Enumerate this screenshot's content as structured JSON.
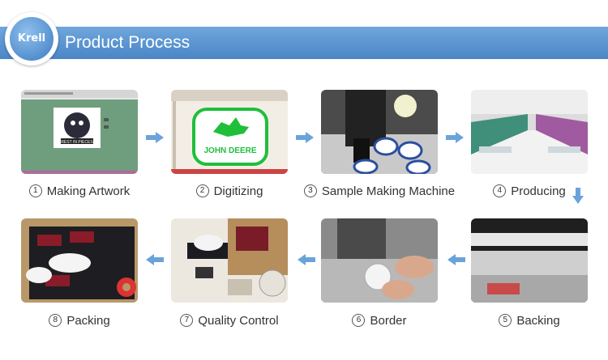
{
  "header": {
    "title": "Product Process",
    "logo_text": "Krell"
  },
  "steps": [
    {
      "num": "1",
      "label": "Making Artwork"
    },
    {
      "num": "2",
      "label": "Digitizing"
    },
    {
      "num": "3",
      "label": "Sample Making Machine"
    },
    {
      "num": "4",
      "label": "Producing"
    },
    {
      "num": "5",
      "label": "Backing"
    },
    {
      "num": "6",
      "label": "Border"
    },
    {
      "num": "7",
      "label": "Quality Control"
    },
    {
      "num": "8",
      "label": "Packing"
    }
  ],
  "images": {
    "artwork_patch_text": "REST IN PIECES",
    "digitizing_patch_text": "JOHN DEERE"
  },
  "colors": {
    "accent": "#4a86c6",
    "arrow": "#6aa3da"
  }
}
